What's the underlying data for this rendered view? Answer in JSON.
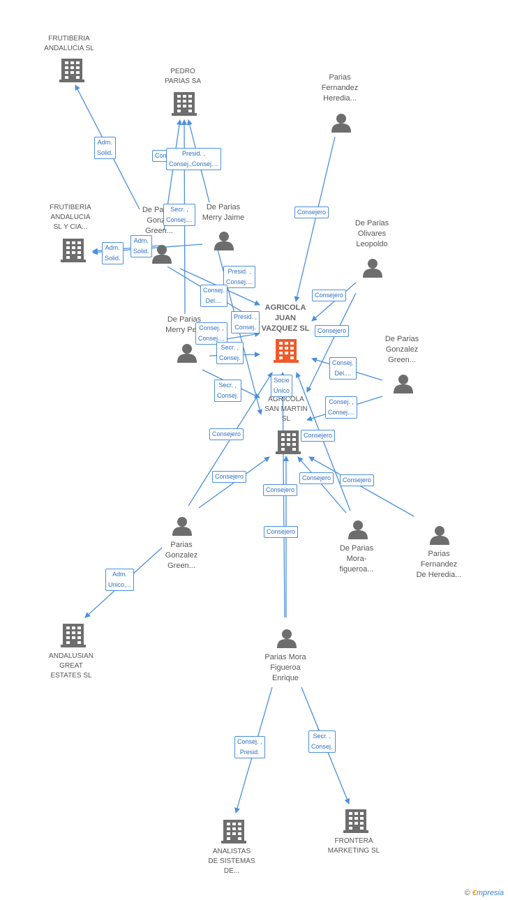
{
  "nodes": {
    "frutiberia_andalucia": "FRUTIBERIA\nANDALUCIA SL",
    "pedro_parias": "PEDRO\nPARIAS SA",
    "parias_fernandez_heredia_top": "Parias\nFernandez\nHeredia...",
    "frutiberia_andalucia_cia": "FRUTIBERIA\nANDALUCIA\nSL Y CIA...",
    "de_parias_gonz_green_left": "De Parias\nGonz...\nGreen...",
    "de_parias_merry_jaime": "De Parias\nMerry Jaime",
    "de_parias_olivares": "De Parias\nOlivares\nLeopoldo",
    "agricola_juan": "AGRICOLA\nJUAN\nVAZQUEZ SL",
    "de_parias_merry_pe": "De Parias\nMerry Pe...",
    "de_parias_gonzalez_green_right": "De Parias\nGonzalez\nGreen...",
    "agricola_san_martin": "AGRICOLA\nSAN MARTIN\nSL",
    "parias_gonzalez_green": "Parias\nGonzalez\nGreen...",
    "de_parias_mora_figueroa": "De Parias\nMora-\nfigueroa...",
    "parias_fernandez_heredia_bottom": "Parias\nFernandez\nDe Heredia...",
    "andalusian_great_estates": "ANDALUSIAN\nGREAT\nESTATES SL",
    "parias_mora_figueroa_enrique": "Parias Mora\nFigueroa\nEnrique",
    "analistas_sistemas": "ANALISTAS\nDE SISTEMAS\nDE...",
    "frontera_marketing": "FRONTERA\nMARKETING SL"
  },
  "roles": {
    "r1": "Adm.\nSolid.",
    "r2": "Consejero",
    "r3": "Presid. ,\nConsej.,Consej....",
    "r4": "Secr. ,\nConsej....",
    "r5": "Adm.\nSolid.",
    "r6": "Adm.\nSolid.",
    "r7": "Consejero",
    "r8": "Presid. ,\nConsej....",
    "r9": "Consej.\nDel....",
    "r10": "Consejero",
    "r11": "Presid. ,\nConsej.",
    "r12": "Consejero",
    "r13": "Consej. ,\nConsej....",
    "r14": "Secr. ,\nConsej.",
    "r15": "Consej.\nDel....",
    "r16": "Secr. ,\nConsej.",
    "r17": "Socio\nÚnico",
    "r18": "Consej. ,\nConsej....",
    "r19": "Consejero",
    "r20": "Consejero",
    "r21": "Consejero",
    "r22": "Consejero",
    "r23": "Consejero",
    "r24": "Consejero",
    "r25": "Consejero",
    "r26": "Adm.\nUnico,...",
    "r27": "Consej. ,\nPresid.",
    "r28": "Secr. ,\nConsej."
  },
  "footer": {
    "copyright": "©",
    "brand_e": "€",
    "brand": "mpresia"
  },
  "colors": {
    "edge": "#4a8fdc",
    "company": "#6d6d6d",
    "focus_company": "#f05a2a",
    "person": "#6d6d6d"
  }
}
